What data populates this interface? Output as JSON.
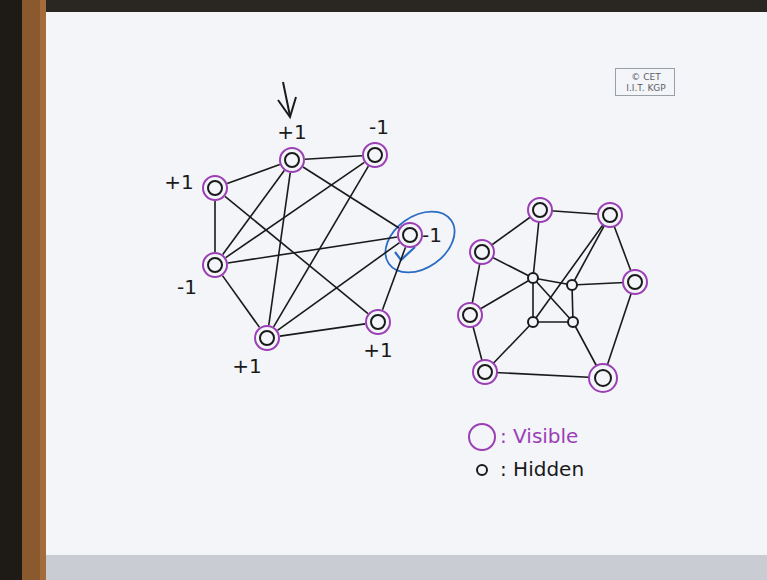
{
  "diagram": {
    "nodes": [
      {
        "text": [
          "© CET I.I.T. KGP"
        ]
      },
      {
        "text": [
          "+1"
        ]
      },
      {
        "text": [
          "-1"
        ]
      },
      {
        "text": [
          "-1"
        ]
      },
      {
        "text": [
          "+1"
        ]
      },
      {
        "text": [
          "+1"
        ]
      },
      {
        "text": [
          "-1"
        ]
      },
      {
        "text": [
          "+1"
        ]
      }
    ],
    "edges": [
      {
        "from": 1,
        "to": 2,
        "arrow": "none"
      },
      {
        "from": 1,
        "to": 7,
        "arrow": "none"
      },
      {
        "from": 1,
        "to": 6,
        "arrow": "none"
      },
      {
        "from": 1,
        "to": 5,
        "arrow": "none"
      },
      {
        "from": 1,
        "to": 3,
        "arrow": "none"
      },
      {
        "from": 2,
        "to": 6,
        "arrow": "none"
      },
      {
        "from": 2,
        "to": 5,
        "arrow": "none"
      },
      {
        "from": 7,
        "to": 6,
        "arrow": "none"
      },
      {
        "from": 7,
        "to": 4,
        "arrow": "none"
      },
      {
        "from": 6,
        "to": 3,
        "arrow": "none"
      },
      {
        "from": 6,
        "to": 5,
        "arrow": "none"
      },
      {
        "from": 5,
        "to": 3,
        "arrow": "none"
      },
      {
        "from": 5,
        "to": 4,
        "arrow": "none"
      },
      {
        "from": 3,
        "to": 4,
        "arrow": "none"
      }
    ],
    "legend": [
      {
        "text": ": Visible"
      },
      {
        "text": ": Hidden"
      }
    ]
  }
}
